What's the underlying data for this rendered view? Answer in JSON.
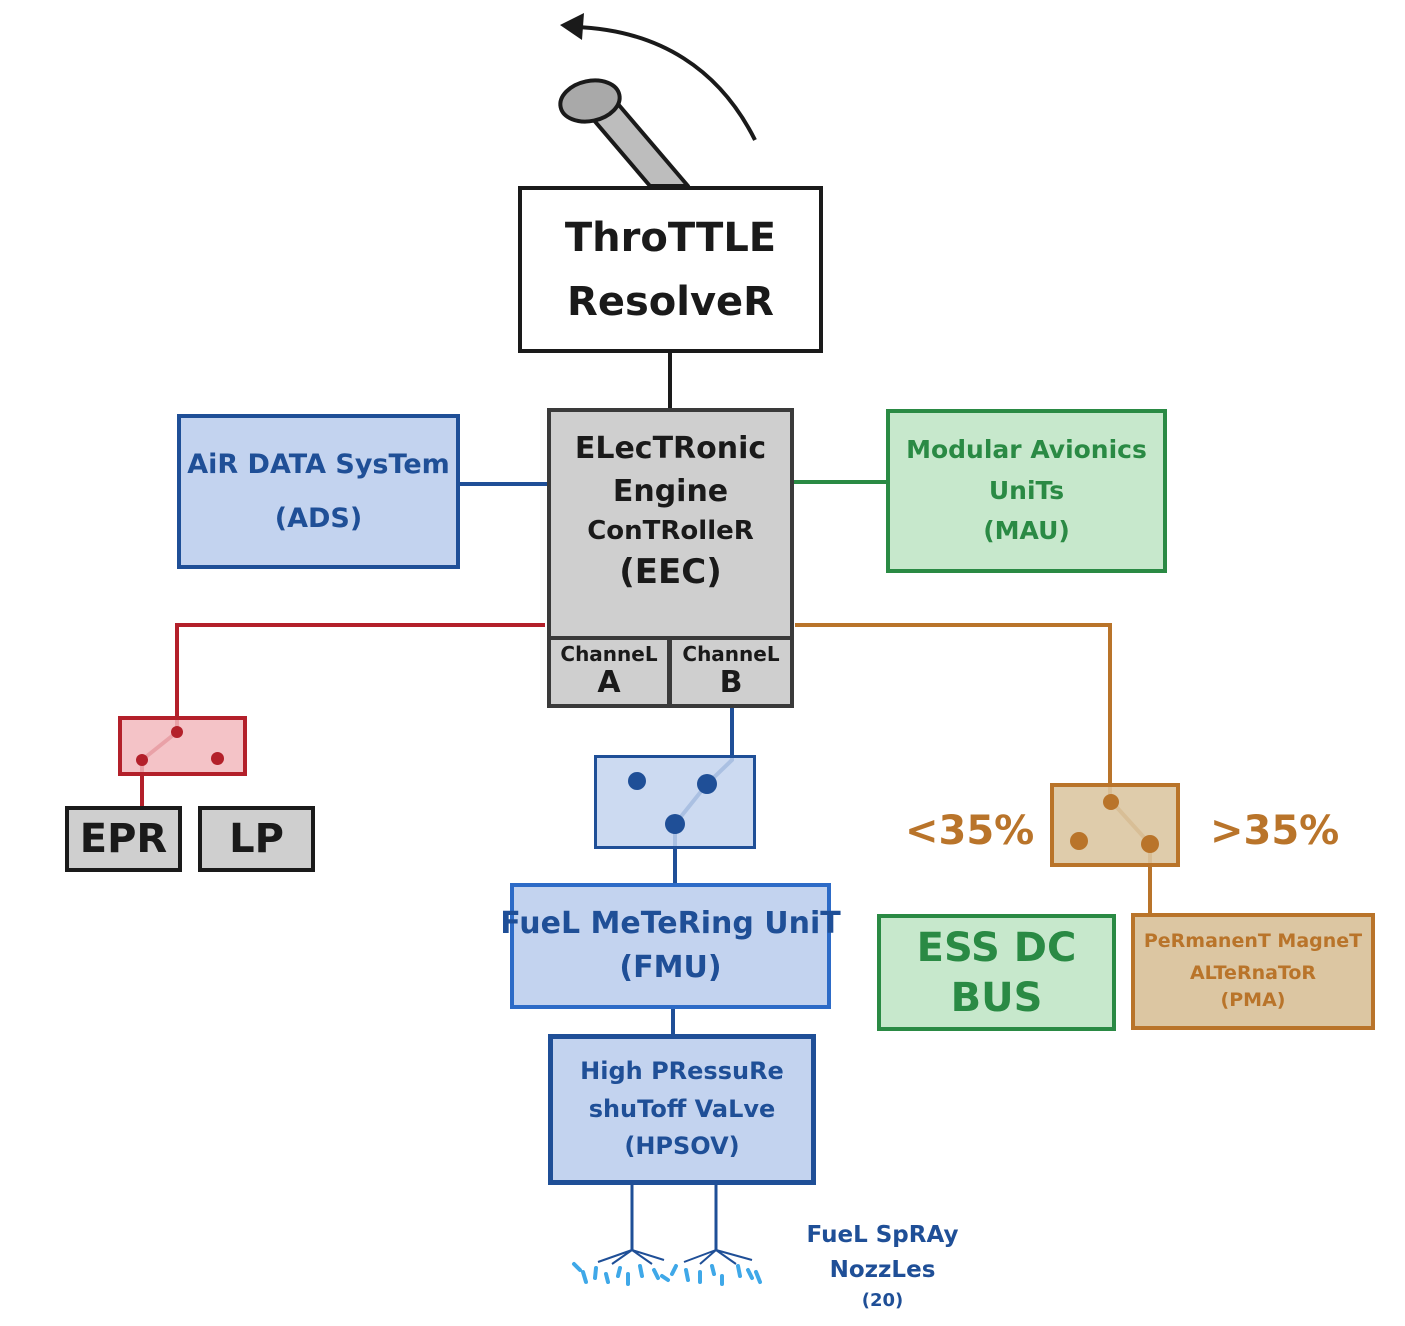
{
  "colors": {
    "black": "#1a1a1a",
    "blue": "#1f4f97",
    "blue_fill": "#c3d3ef",
    "green": "#2a8a44",
    "green_fill": "#c7e8cc",
    "red": "#b3202a",
    "red_fill": "#f2b8bd",
    "orange": "#b9742a",
    "orange_fill": "#dcc6a2",
    "gray_fill": "#cfcfcf",
    "nozzle": "#3fa8e8"
  },
  "throttle": {
    "line1": "ThroTTLE",
    "line2": "ResolveR",
    "lever_icon": "throttle-lever-icon"
  },
  "eec": {
    "line1": "ELecTRonic",
    "line2": "Engine",
    "line3": "ConTRolleR",
    "line4": "(EEC)",
    "channel_a": {
      "label": "ChanneL",
      "letter": "A"
    },
    "channel_b": {
      "label": "ChanneL",
      "letter": "B"
    }
  },
  "ads": {
    "line1": "AiR DATA SysTem",
    "line2": "(ADS)"
  },
  "mau": {
    "line1": "Modular Avionics",
    "line2": "UniTs",
    "line3": "(MAU)"
  },
  "epr": {
    "label": "EPR"
  },
  "lp": {
    "label": "LP"
  },
  "fmu": {
    "line1": "FueL MeTeRing UniT",
    "line2": "(FMU)"
  },
  "hpsov": {
    "line1": "High PRessuRe",
    "line2": "shuToff VaLve",
    "line3": "(HPSOV)"
  },
  "nozzles": {
    "line1": "FueL SpRAy",
    "line2": "NozzLes",
    "line3": "(20)"
  },
  "ess": {
    "line1": "ESS DC",
    "line2": "BUS"
  },
  "pma": {
    "line1": "PeRmanenT MagneT",
    "line2": "ALTeRnaToR",
    "line3": "(PMA)"
  },
  "threshold": {
    "below": "<35%",
    "above": ">35%"
  }
}
